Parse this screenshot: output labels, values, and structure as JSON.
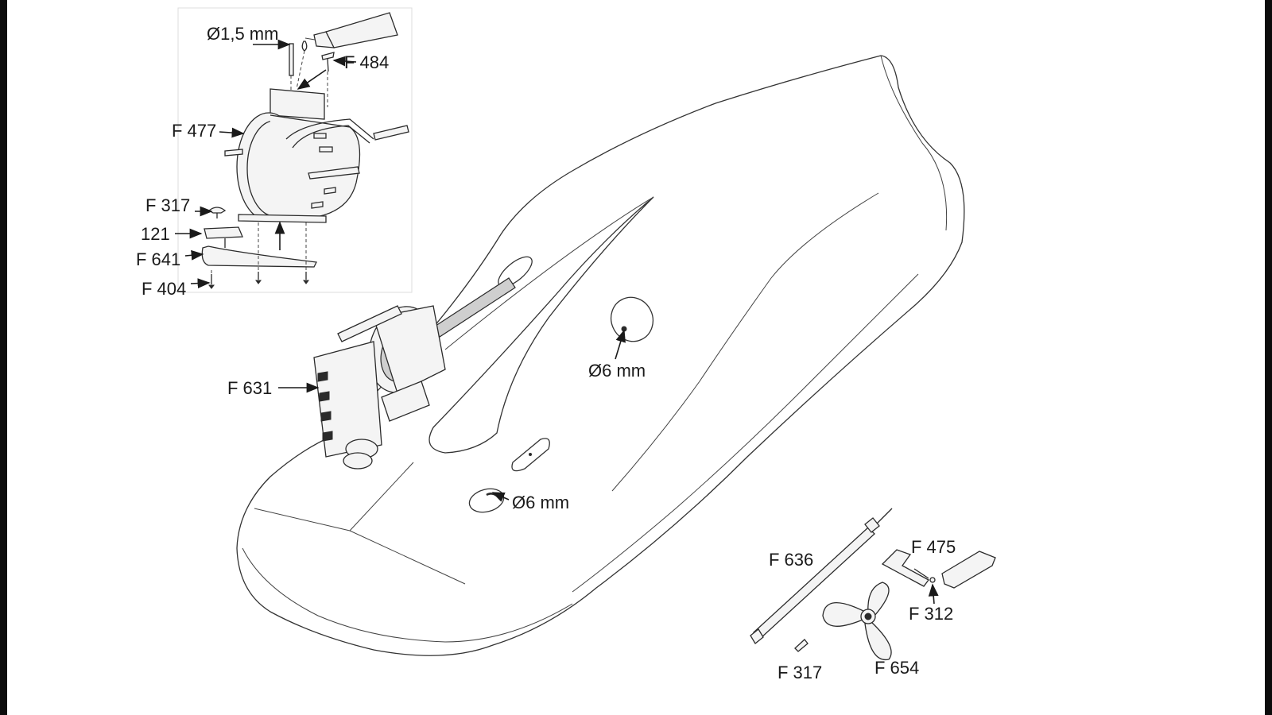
{
  "labels": {
    "diameter_small": "Ø1,5 mm",
    "f484": "F 484",
    "f477": "F 477",
    "f317_top": "F 317",
    "p121": "121",
    "f641": "F 641",
    "f404": "F 404",
    "f631": "F 631",
    "diameter_6_upper": "Ø6 mm",
    "diameter_6_lower": "Ø6 mm",
    "f636": "F 636",
    "f475": "F 475",
    "f312": "F 312",
    "f317_bottom": "F 317",
    "f654": "F 654"
  },
  "colors": {
    "line": "#2b2b2b",
    "frame": "#0c0c0c",
    "background": "#ffffff"
  }
}
